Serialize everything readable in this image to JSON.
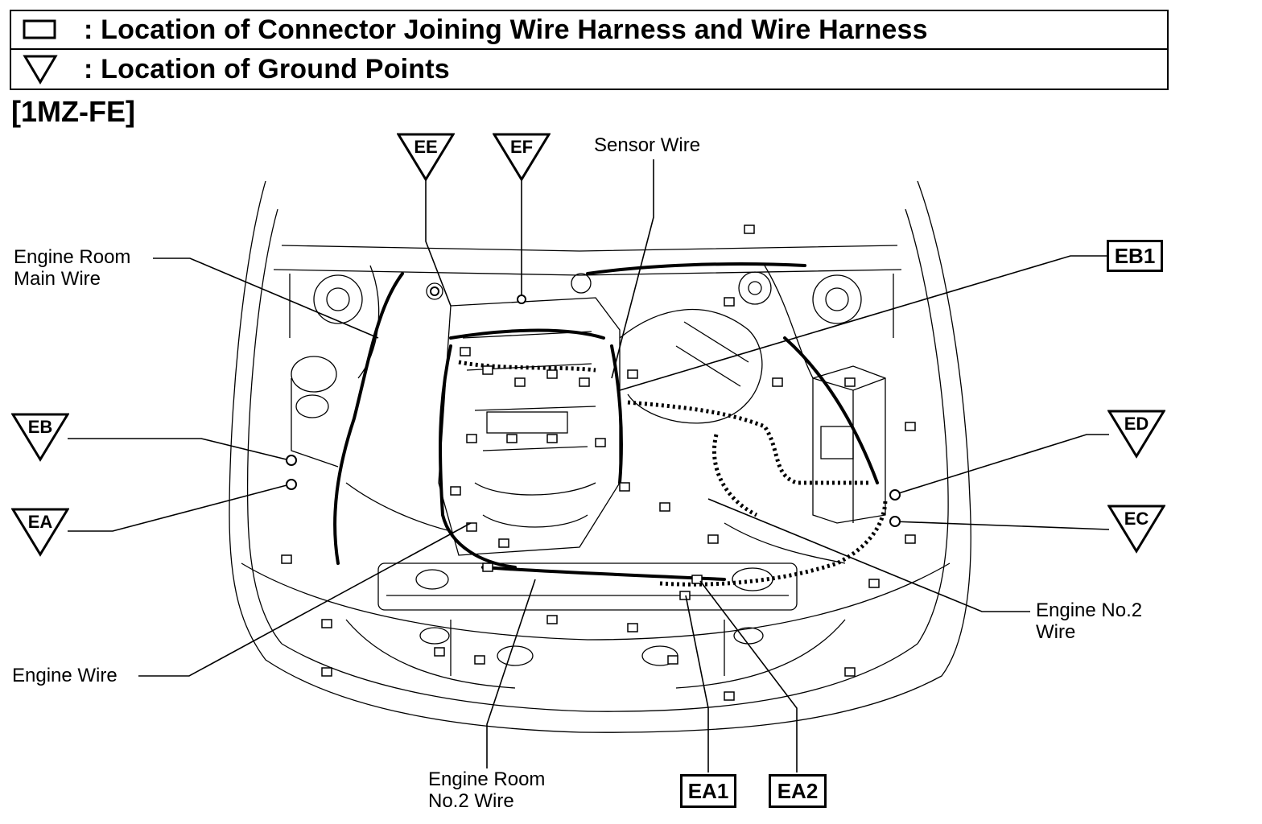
{
  "legend": {
    "connector_text": ": Location of Connector Joining Wire Harness and Wire Harness",
    "ground_text": ": Location of Ground Points"
  },
  "engine_code": "[1MZ-FE]",
  "labels": {
    "engine_room_main_wire": "Engine Room\nMain Wire",
    "sensor_wire": "Sensor Wire",
    "engine_wire": "Engine Wire",
    "engine_room_no2_wire": "Engine Room\nNo.2 Wire",
    "engine_no2_wire": "Engine No.2\nWire"
  },
  "connectors": {
    "eb1": "EB1",
    "ea1": "EA1",
    "ea2": "EA2"
  },
  "grounds": {
    "ee": "EE",
    "ef": "EF",
    "eb": "EB",
    "ea": "EA",
    "ed": "ED",
    "ec": "EC"
  }
}
